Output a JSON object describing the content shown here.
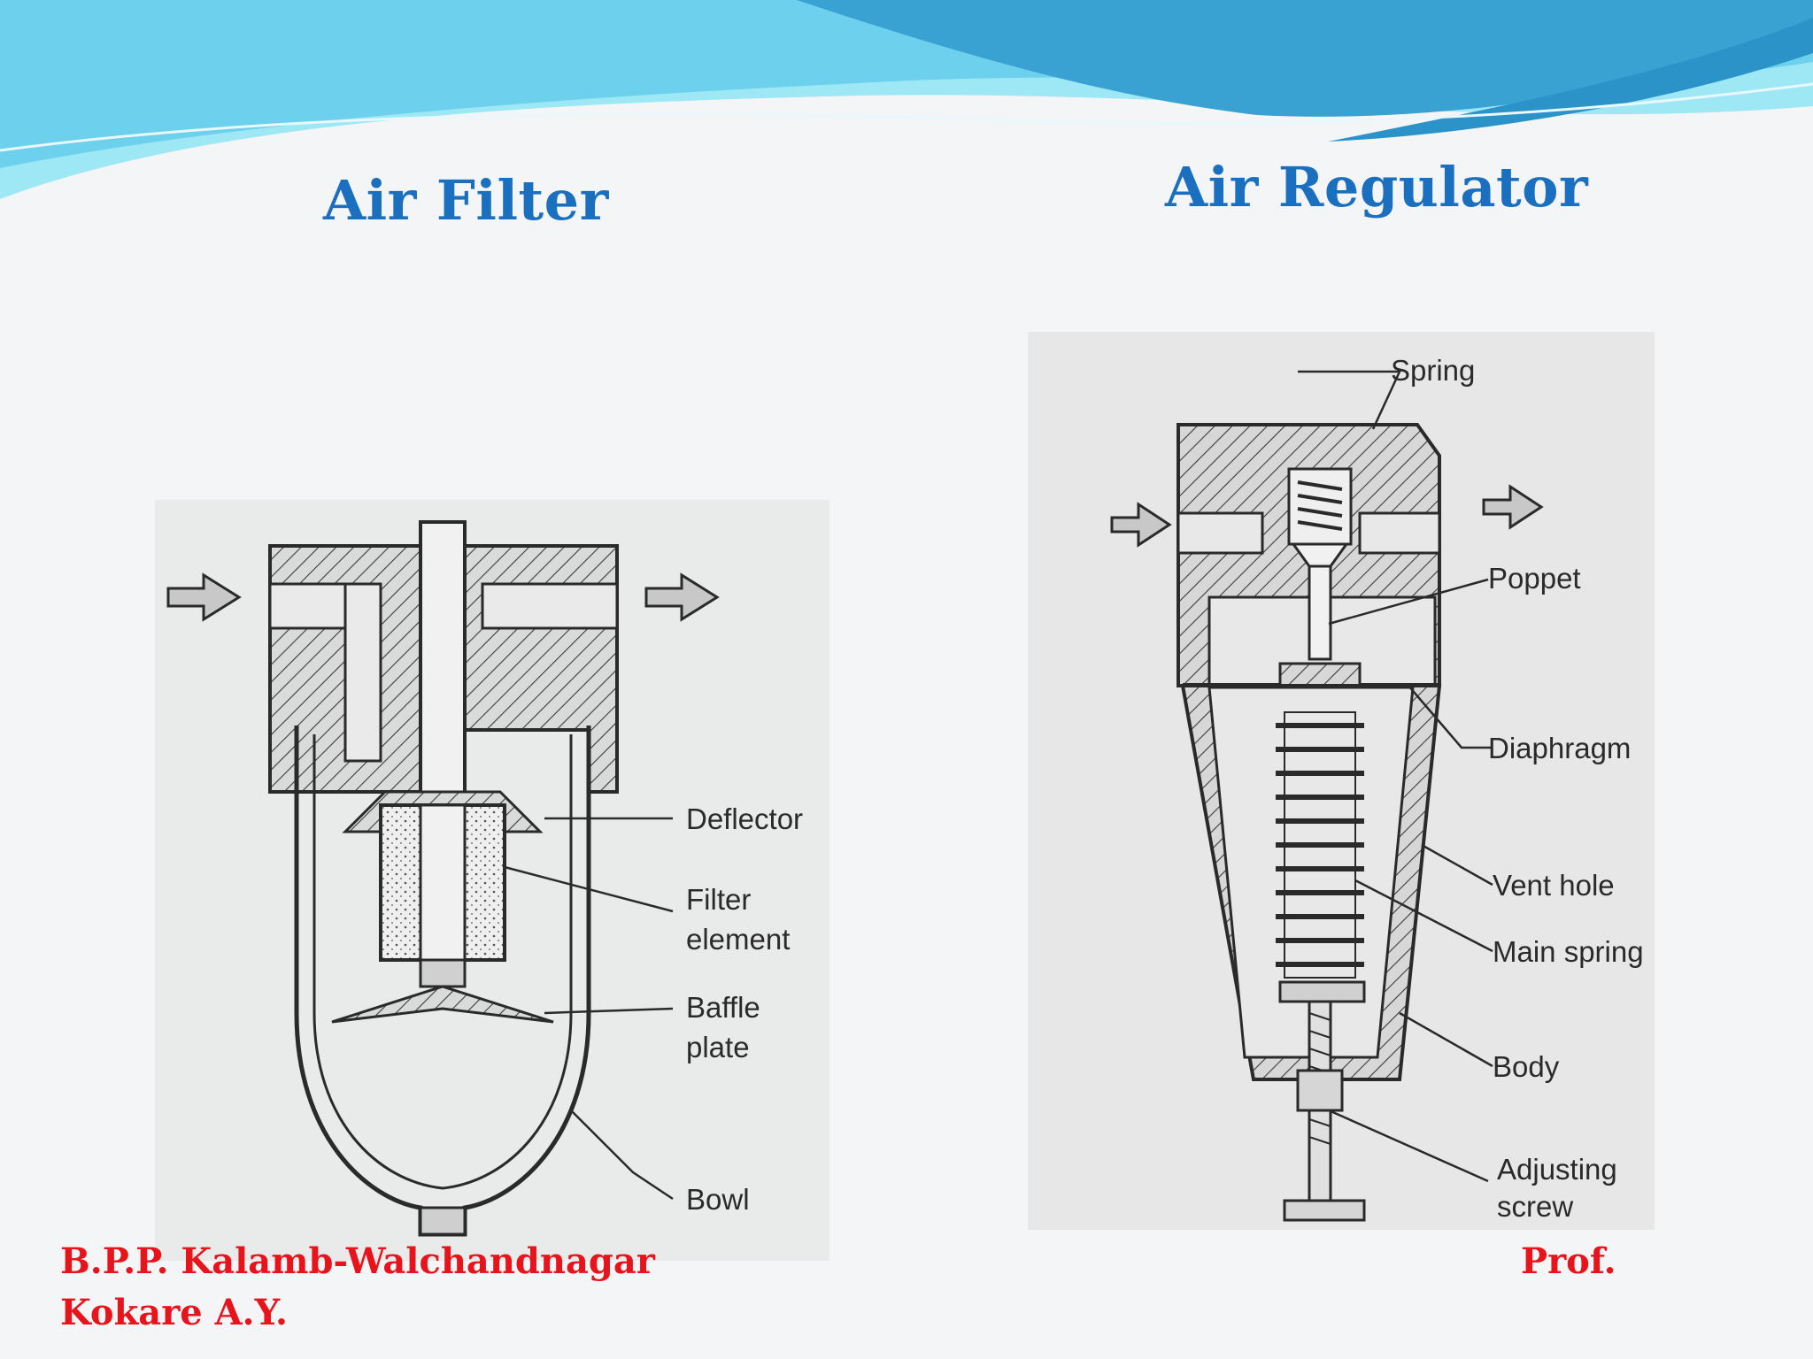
{
  "colors": {
    "title": "#1b6fbf",
    "footer": "#e8141c",
    "wave_light": "#8fe3f5",
    "wave_mid": "#5cc6e6",
    "wave_dark": "#2b93c8"
  },
  "titles": {
    "left": "Air Filter",
    "right": "Air Regulator"
  },
  "filter_labels": {
    "deflector": "Deflector",
    "filter_1": "Filter",
    "filter_2": "element",
    "baffle_1": "Baffle",
    "baffle_2": "plate",
    "bowl": "Bowl"
  },
  "regulator_labels": {
    "spring": "Spring",
    "poppet": "Poppet",
    "diaphragm": "Diaphragm",
    "vent": "Vent hole",
    "main_spring": "Main spring",
    "body": "Body",
    "adjusting_1": "Adjusting",
    "adjusting_2": "screw"
  },
  "footer": {
    "left_line1": "B.P.P. Kalamb-Walchandnagar",
    "left_line2": "Kokare A.Y.",
    "right": "Prof."
  }
}
